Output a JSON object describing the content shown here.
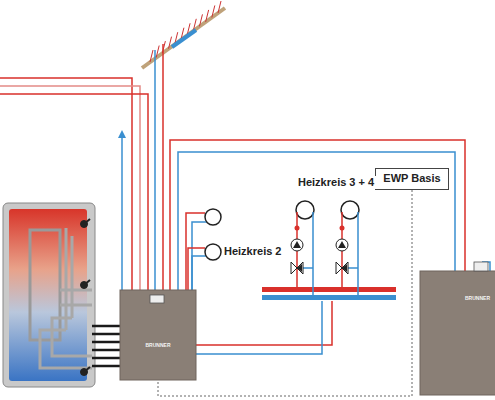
{
  "diagram": {
    "nodes": [
      {
        "text": [
          "EWP Basis"
        ]
      },
      {
        "text": [
          "BRUNNER"
        ]
      },
      {
        "text": [
          "BRUNNER"
        ]
      }
    ],
    "edges": [
      {
        "from": 0,
        "to": 1,
        "arrow": "none"
      }
    ],
    "labels": [
      "Heizkreis 2",
      "Heizkreis 3 + 4"
    ]
  }
}
